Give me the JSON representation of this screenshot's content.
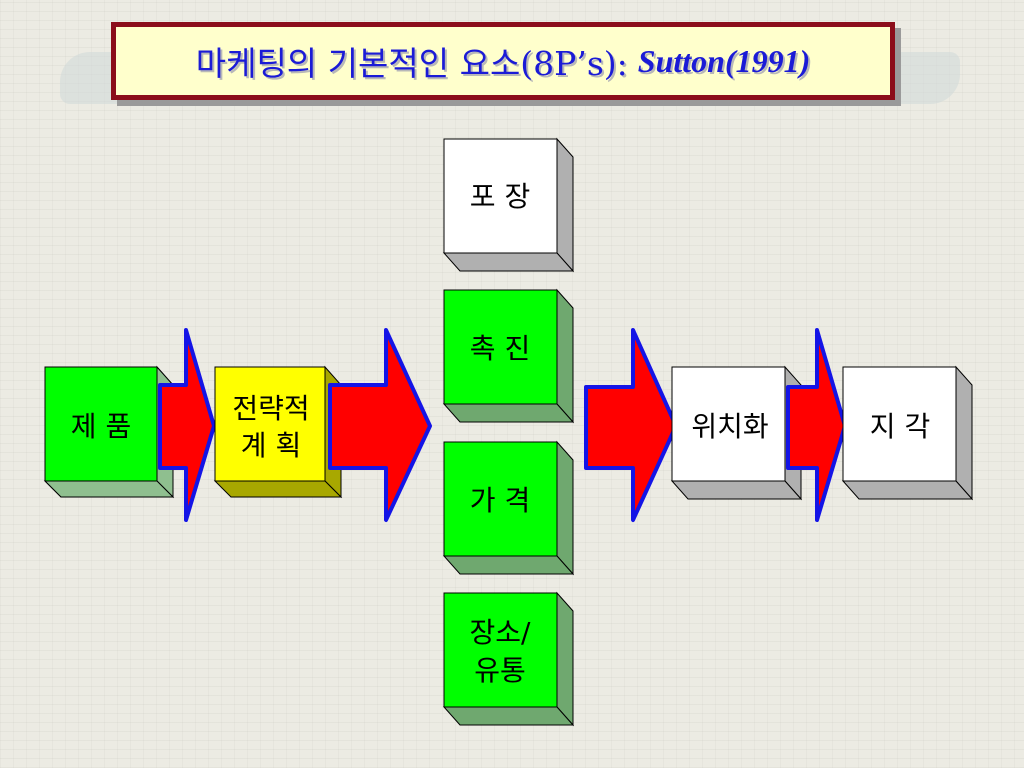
{
  "title": {
    "main": "마케팅의 기본적인 요소(8P’s):",
    "sub": "Sutton(1991)"
  },
  "colors": {
    "green": "#00ff00",
    "yellow": "#ffff00",
    "white": "#ffffff",
    "arrow_fill": "#ff0000",
    "arrow_stroke": "#1414e6",
    "title_text": "#1b1bd6",
    "title_border": "#8b0d1a"
  },
  "boxes": {
    "product": {
      "lines": [
        "제 품"
      ]
    },
    "strategic_plan": {
      "lines": [
        "전략적",
        "계 획"
      ]
    },
    "packaging": {
      "lines": [
        "포 장"
      ]
    },
    "promotion": {
      "lines": [
        "촉 진"
      ]
    },
    "price": {
      "lines": [
        "가 격"
      ]
    },
    "place": {
      "lines": [
        "장소/",
        "유통"
      ]
    },
    "positioning": {
      "lines": [
        "위치화"
      ]
    },
    "perception": {
      "lines": [
        "지 각"
      ]
    }
  }
}
